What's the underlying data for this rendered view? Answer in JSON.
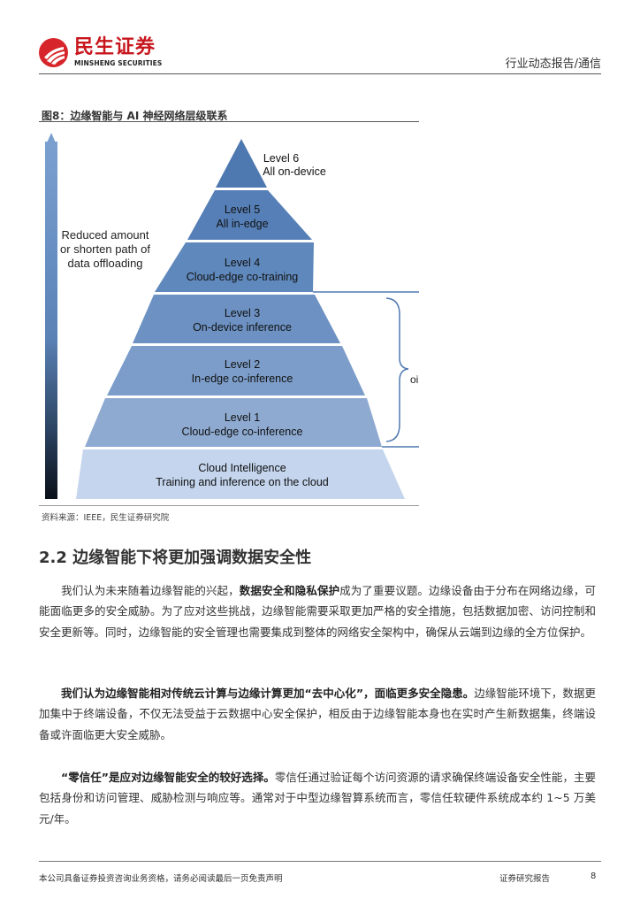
{
  "header": {
    "logo_cn": "民生证券",
    "logo_en": "MINSHENG SECURITIES",
    "report_type": "行业动态报告/通信"
  },
  "figure": {
    "title": "图8：边缘智能与 AI 神经网络层级联系",
    "arrow_label": [
      "Reduced amount",
      "or shorten path of",
      "data offloading"
    ],
    "levels": [
      {
        "name": "Level 6",
        "desc": "All on-device",
        "color": "#4e78b0"
      },
      {
        "name": "Level 5",
        "desc": "All in-edge",
        "color": "#557fb6"
      },
      {
        "name": "Level 4",
        "desc": "Cloud-edge co-training",
        "color": "#5f88bc"
      },
      {
        "name": "Level 3",
        "desc": "On-device inference",
        "color": "#6c91c2"
      },
      {
        "name": "Level 2",
        "desc": "In-edge co-inference",
        "color": "#7c9dc9"
      },
      {
        "name": "Level 1",
        "desc": "Cloud-edge co-inference",
        "color": "#8eaad1"
      },
      {
        "name": "Cloud Intelligence",
        "desc": "Training and inference on the cloud",
        "color": "#c4d5ed"
      }
    ],
    "brace_label": "oi",
    "source": "资料来源：IEEE，民生证券研究院"
  },
  "section": {
    "title": "2.2 边缘智能下将更加强调数据安全性",
    "paragraphs": [
      {
        "pre": "我们认为未来随着边缘智能的兴起，",
        "bold": "数据安全和隐私保护",
        "post": "成为了重要议题。边缘设备由于分布在网络边缘，可能面临更多的安全威胁。为了应对这些挑战，边缘智能需要采取更加严格的安全措施，包括数据加密、访问控制和安全更新等。同时，边缘智能的安全管理也需要集成到整体的网络安全架构中，确保从云端到边缘的全方位保护。"
      },
      {
        "pre": "",
        "bold": "我们认为边缘智能相对传统云计算与边缘计算更加“去中心化”，面临更多安全隐患。",
        "post": "边缘智能环境下，数据更加集中于终端设备，不仅无法受益于云数据中心安全保护，相反由于边缘智能本身也在实时产生新数据集，终端设备或许面临更大安全威胁。"
      },
      {
        "pre": "",
        "bold": "“零信任”是应对边缘智能安全的较好选择。",
        "post": "零信任通过验证每个访问资源的请求确保终端设备安全性能，主要包括身份和访问管理、威胁检测与响应等。通常对于中型边缘智算系统而言，零信任软硬件系统成本约 1~5 万美元/年。"
      }
    ]
  },
  "footer": {
    "disclaimer": "本公司具备证券投资咨询业务资格，请务必阅读最后一页免责声明",
    "doc_type": "证券研究报告",
    "page": "8"
  }
}
